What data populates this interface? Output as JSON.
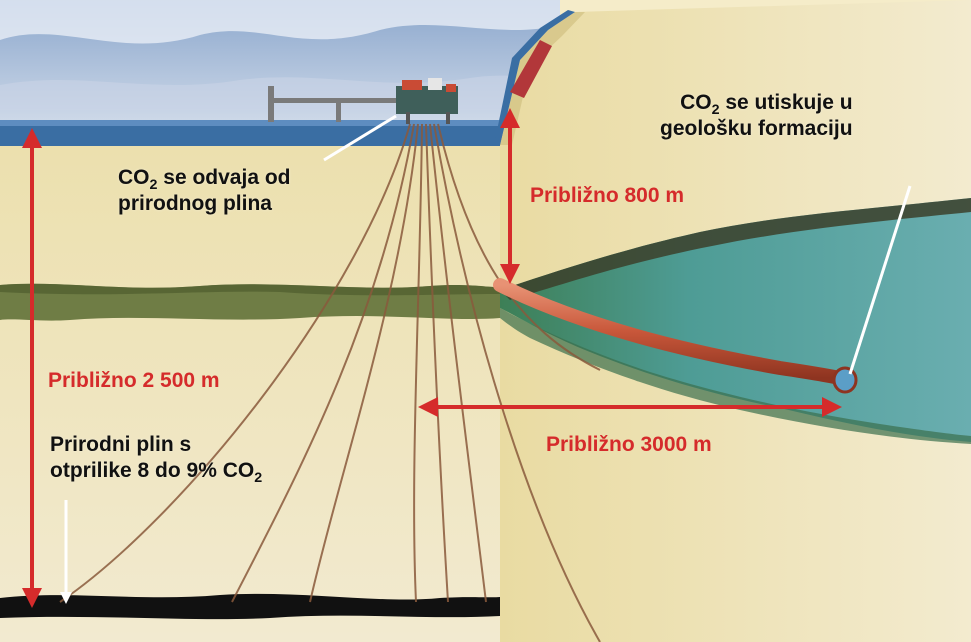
{
  "labels": {
    "separation": {
      "line1_pre": "CO",
      "line1_sub": "2",
      "line1_post": " se odvaja od",
      "line2": "prirodnog plina"
    },
    "injection": {
      "line1_pre": "CO",
      "line1_sub": "2",
      "line1_post": " se utiskuje u",
      "line2": "geološku formaciju"
    },
    "gas": {
      "line1": "Prirodni plin s",
      "line2_pre": "otprilike 8 do 9% CO",
      "line2_sub": "2"
    },
    "depth_800": "Približno 800 m",
    "depth_2500": "Približno 2 500 m",
    "distance_3000": "Približno 3000 m"
  },
  "colors": {
    "sky": "#7e99bf",
    "sea": "#3a6ea3",
    "sandstone": "#e8dba8",
    "aquifer": "#4e9c95",
    "shale_band": "#6f7d45",
    "gas_reservoir": "#111111",
    "pipeline": "#d06a4a",
    "arrow_red": "#d52b2b",
    "pointer_white": "#ffffff"
  }
}
